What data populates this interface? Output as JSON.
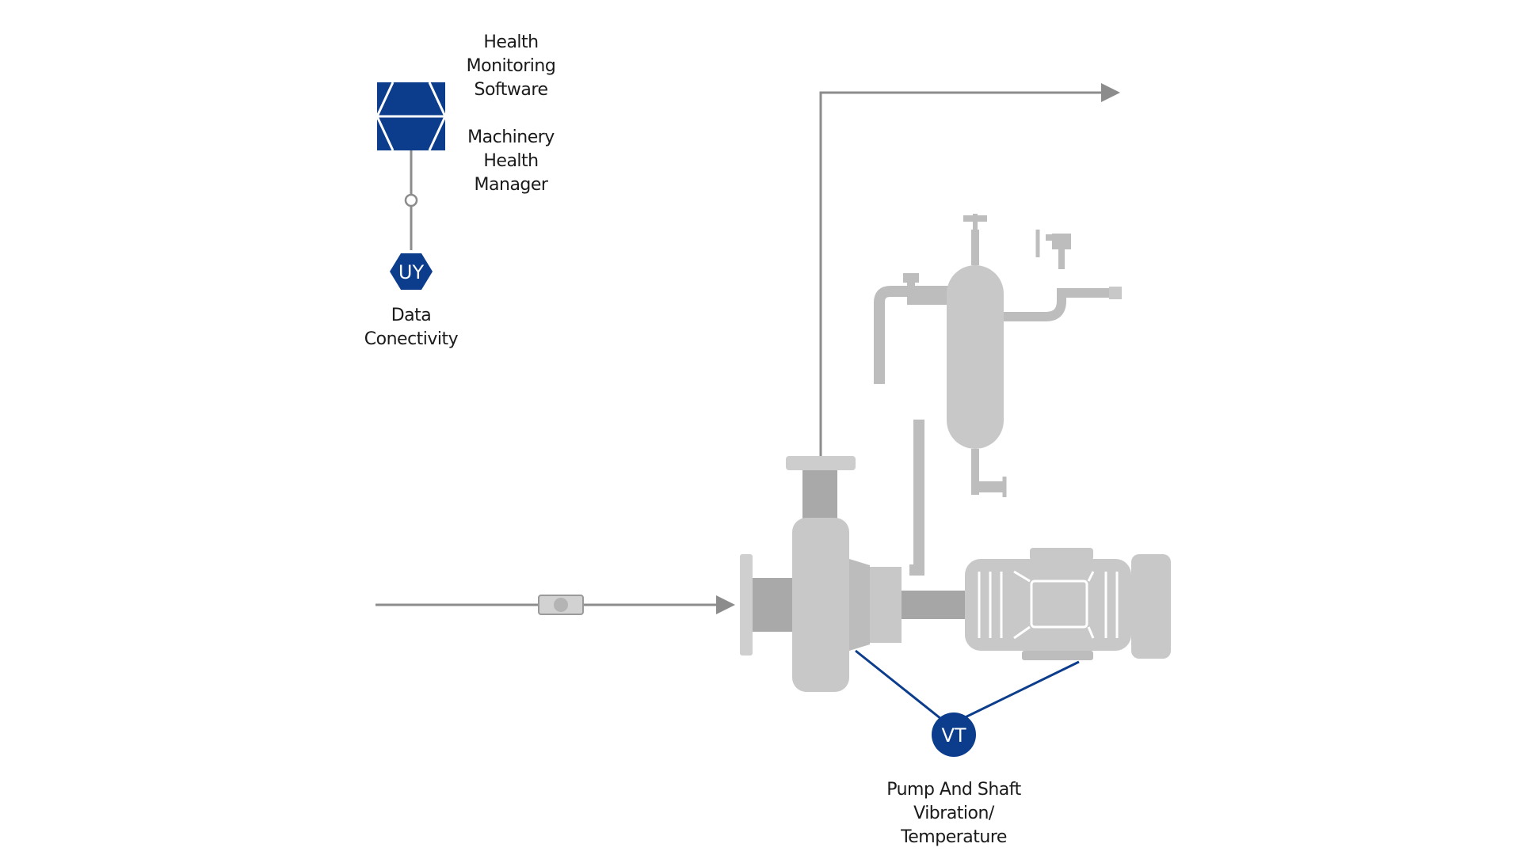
{
  "colors": {
    "brand_blue": "#0b3d8c",
    "equipment_gray": "#c8c8c8",
    "equipment_dark": "#a6a6a6",
    "line_gray": "#8c8c8c",
    "text": "#1a1a1a"
  },
  "labels": {
    "software_lines": [
      "Health",
      "Monitoring",
      "Software"
    ],
    "manager_lines": [
      "Machinery",
      "Health",
      "Manager"
    ],
    "connectivity_lines": [
      "Data",
      "Conectivity"
    ],
    "sensor_lines": [
      "Pump And Shaft",
      "Vibration/",
      "Temperature"
    ]
  },
  "badges": {
    "data_connectivity": "UY",
    "vibration_transmitter": "VT"
  },
  "icons": {
    "software": "health-monitoring-software-icon",
    "pump": "centrifugal-pump-icon",
    "motor": "electric-motor-icon",
    "vessel": "seal-pot-vessel-icon"
  }
}
